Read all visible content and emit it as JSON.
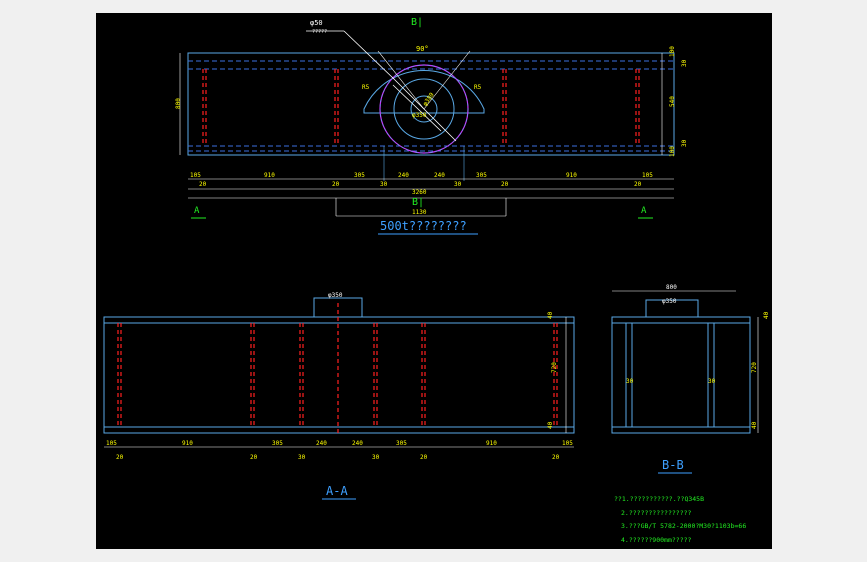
{
  "colors": {
    "background": "#f0f0f0",
    "canvas": "#000000",
    "outline": "#5aa9e6",
    "hidden": "#3b6fe0",
    "section": "#ff2020",
    "dim": "#ffffff",
    "dim_text": "#ffff00",
    "title": "#3ea0ff",
    "marker": "#22ee22",
    "arc": "#cc33ff"
  },
  "plan": {
    "title": "500t????????",
    "section_marker_b_top": "B|",
    "section_marker_b_bottom": "B|",
    "section_marker_a_left": "A",
    "section_marker_a_right": "A",
    "leader_label": "φ50",
    "leader_sub": "?????",
    "angle_label": "90°",
    "arc_r1": "R5",
    "arc_r2": "R5",
    "bore_outer": "φ380",
    "bore_inner": "φ350",
    "left_height": "800",
    "right_dims": [
      "100",
      "30",
      "540",
      "30",
      "100"
    ],
    "bottom_dims_top": [
      "105",
      "910",
      "305",
      "240",
      "240",
      "305",
      "910",
      "105"
    ],
    "bottom_dims_low": [
      "20",
      "20",
      "30",
      "30",
      "20",
      "20"
    ],
    "overall_length": "3260",
    "center_span": "1130"
  },
  "section_aa": {
    "title": "A-A",
    "top_label": "φ350",
    "right_dims": [
      "40",
      "720",
      "40"
    ],
    "bottom_dims_top": [
      "105",
      "910",
      "305",
      "240",
      "240",
      "305",
      "910",
      "105"
    ],
    "bottom_dims_low": [
      "20",
      "20",
      "30",
      "30",
      "20",
      "20"
    ]
  },
  "section_bb": {
    "title": "B-B",
    "top_width": "800",
    "bore_label": "φ350",
    "left_thk": "30",
    "mid_thk": "30",
    "right_dims": [
      "40",
      "720",
      "40"
    ]
  },
  "notes": [
    "??1.???????????.??Q345B",
    "2.????????????????",
    "3.???GB/T 5782-2000?M30?1103b=66",
    "4.??????900mm?????"
  ]
}
